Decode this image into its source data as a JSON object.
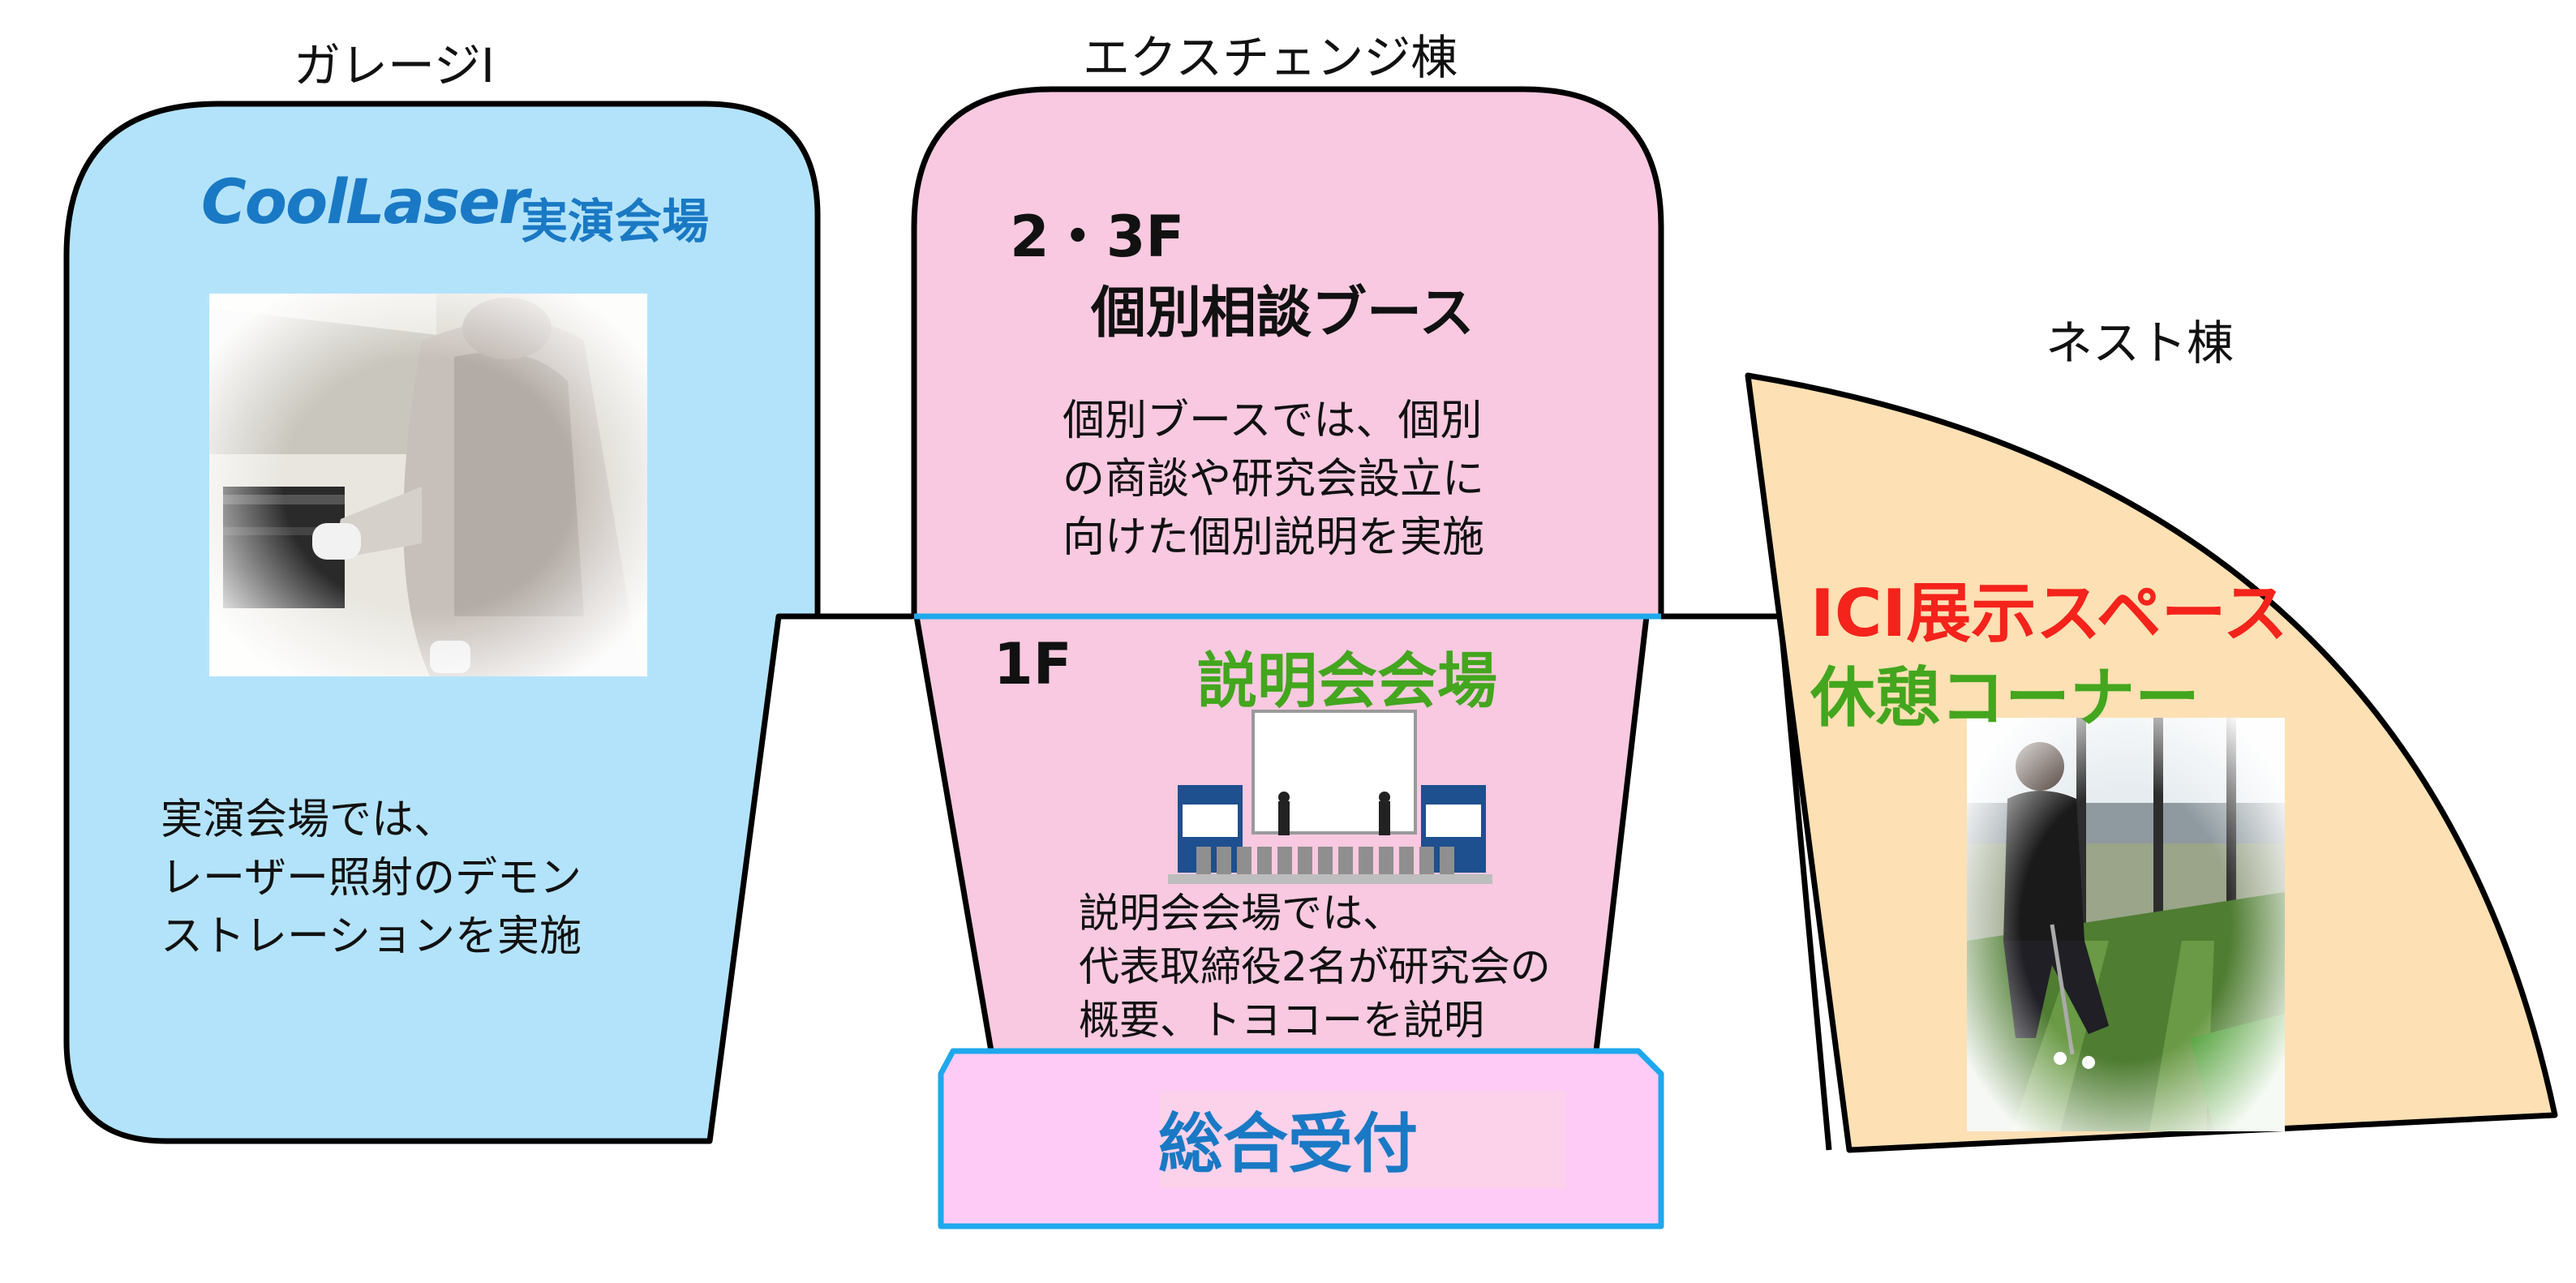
{
  "garage": {
    "building_label": "ガレージⅠ",
    "logo_text": "CoolLaser",
    "venue_label": "実演会場",
    "description_lines": [
      "実演会場では、",
      "レーザー照射のデモン",
      "ストレーションを実施"
    ]
  },
  "exchange": {
    "building_label": "エクスチェンジ棟",
    "upper_floor": "2・3F",
    "upper_title": "個別相談ブース",
    "upper_description_lines": [
      "個別ブースでは、個別",
      "の商談や研究会設立に",
      "向けた個別説明を実施"
    ],
    "lower_floor": "1F",
    "lower_title": "説明会会場",
    "lower_description_lines": [
      "説明会会場では、",
      "代表取締役2名が研究会の",
      "概要、トヨコーを説明"
    ],
    "reception_label": "総合受付"
  },
  "nest": {
    "building_label": "ネスト棟",
    "title_line1": "ICI展示スペース",
    "title_line2": "休憩コーナー"
  },
  "colors": {
    "garage_fill": "#b3e3fb",
    "exchange_fill": "#f8c9e0",
    "reception_fill": "#fecbf7",
    "reception_border": "#1fa8ec",
    "nest_fill": "#fde0b4",
    "logo_blue": "#1a79c4",
    "green_title": "#43a61e",
    "red_title": "#f4231b"
  }
}
